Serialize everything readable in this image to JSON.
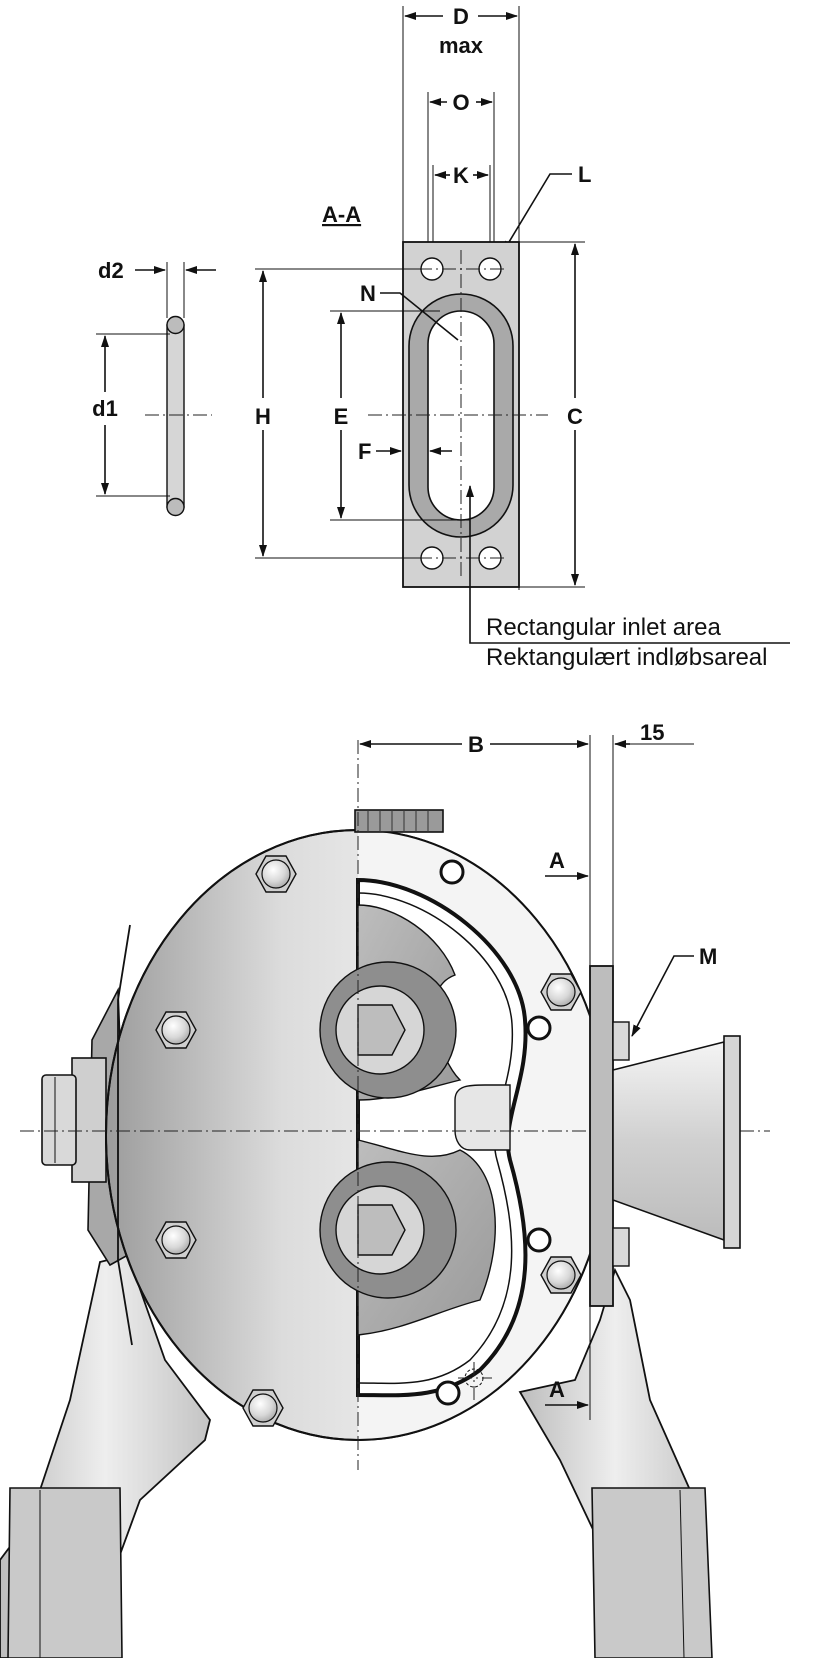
{
  "section": {
    "title": "A-A",
    "labels": {
      "D": "D",
      "max": "max",
      "O": "O",
      "K": "K",
      "L": "L",
      "N": "N",
      "d2": "d2",
      "d1": "d1",
      "H": "H",
      "E": "E",
      "C": "C",
      "F": "F"
    },
    "callout_en": "Rectangular inlet area",
    "callout_da": "Rektangulært indløbsareal"
  },
  "pump": {
    "labels": {
      "B": "B",
      "dim15": "15",
      "A_top": "A",
      "A_bottom": "A",
      "M": "M"
    }
  },
  "colors": {
    "line": "#111111",
    "metal_light": "#e6e6e6",
    "metal_mid": "#c8c8c8",
    "metal_dark": "#8a8a8a",
    "plate": "#d2d2d2"
  }
}
